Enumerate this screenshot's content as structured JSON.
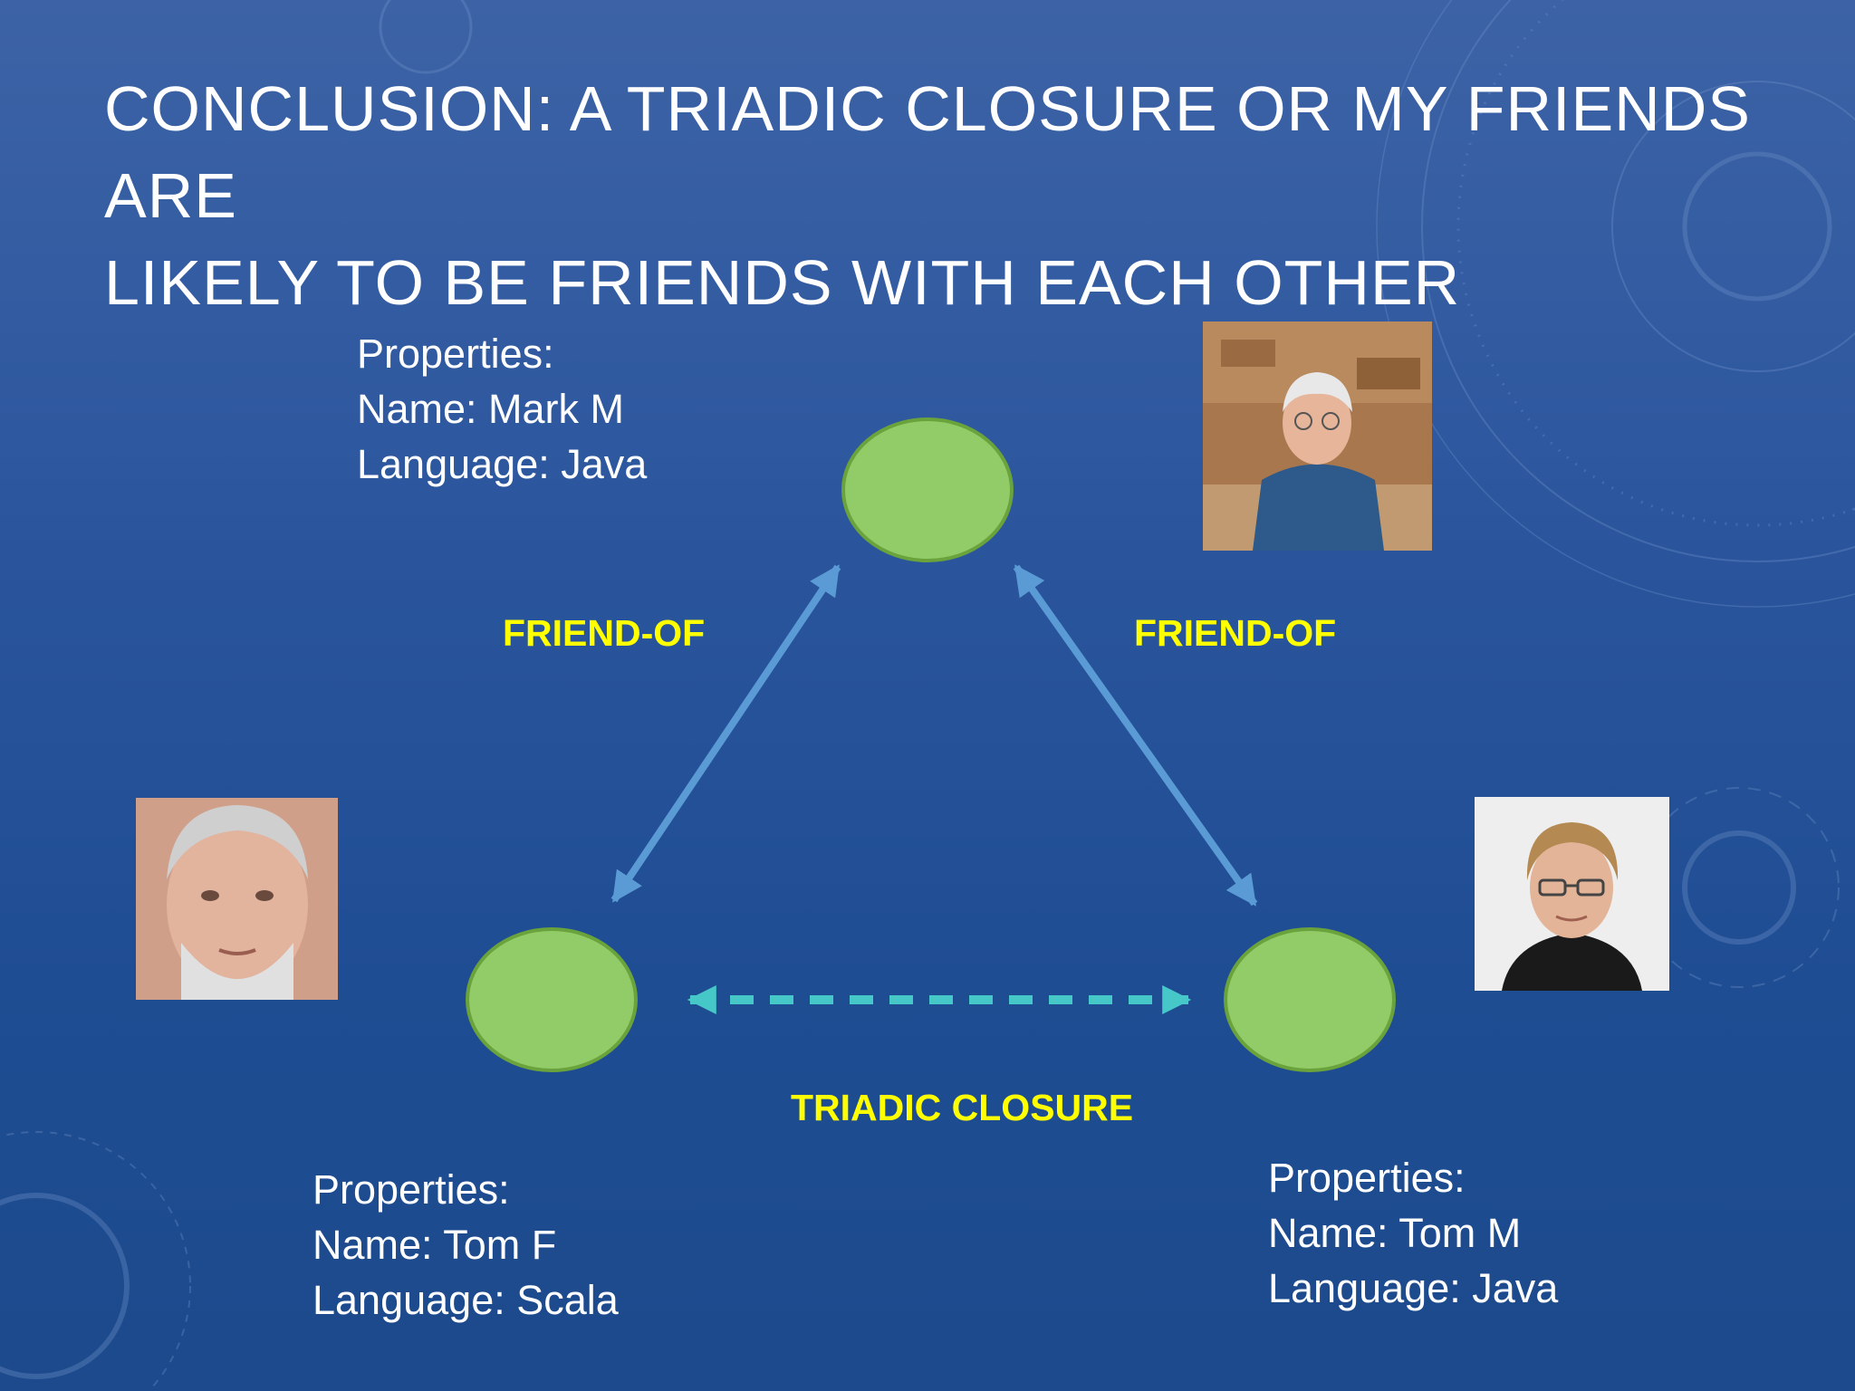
{
  "slide": {
    "title_line1": "CONCLUSION: A TRIADIC CLOSURE OR MY FRIENDS ARE",
    "title_line2": "LIKELY TO BE FRIENDS WITH EACH OTHER"
  },
  "nodes": {
    "top": {
      "properties_label": "Properties:",
      "name": "Name: Mark M",
      "language": "Language: Java"
    },
    "left": {
      "properties_label": "Properties:",
      "name": "Name: Tom F",
      "language": "Language: Scala"
    },
    "right": {
      "properties_label": "Properties:",
      "name": "Name: Tom M",
      "language": "Language: Java"
    }
  },
  "edges": {
    "left_label": "FRIEND-OF",
    "right_label": "FRIEND-OF",
    "bottom_label": "TRIADIC CLOSURE"
  },
  "colors": {
    "node_fill": "#92cc68",
    "node_stroke": "#6aa33c",
    "friend_arrow": "#5b9bd5",
    "closure_arrow": "#47c8c8",
    "edge_label": "#ffff00"
  }
}
